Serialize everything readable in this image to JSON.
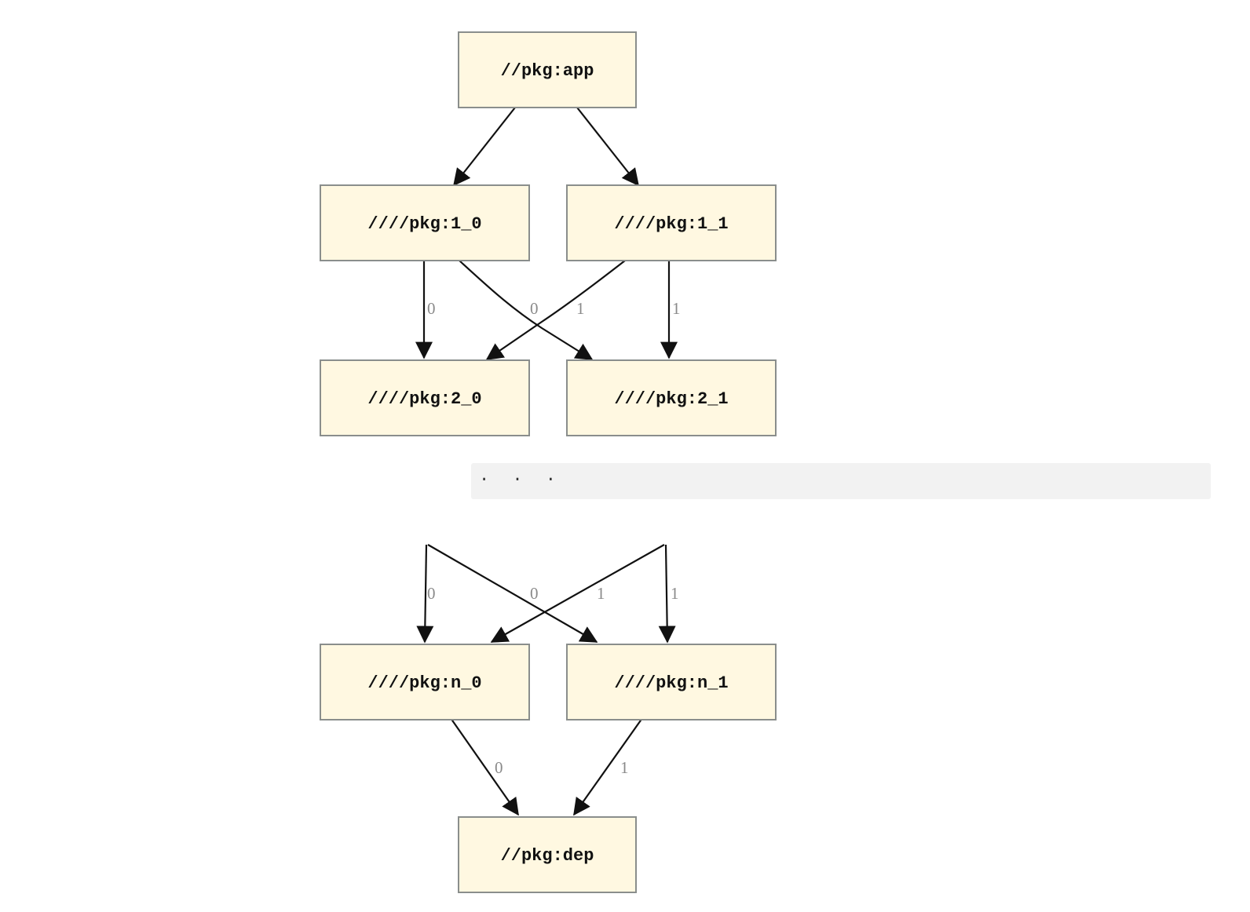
{
  "nodes": {
    "app": "//pkg:app",
    "n1_0": "////pkg:1_0",
    "n1_1": "////pkg:1_1",
    "n2_0": "////pkg:2_0",
    "n2_1": "////pkg:2_1",
    "nn_0": "////pkg:n_0",
    "nn_1": "////pkg:n_1",
    "dep": "//pkg:dep"
  },
  "ellipsis": ". . .",
  "edge_labels": {
    "n1_0_to_n2_0": "0",
    "n1_0_to_n2_1": "0",
    "n1_1_to_n2_0": "1",
    "n1_1_to_n2_1": "1",
    "top_left_to_nn_0": "0",
    "top_left_to_nn_1": "0",
    "top_right_to_nn_0": "1",
    "top_right_to_nn_1": "1",
    "nn_0_to_dep": "0",
    "nn_1_to_dep": "1"
  },
  "colors": {
    "node_fill": "#fff8e1",
    "node_border": "#8a8e8c",
    "edge": "#111111",
    "edge_label": "#8a8a8a",
    "ellipsis_bg": "#f2f2f2"
  }
}
